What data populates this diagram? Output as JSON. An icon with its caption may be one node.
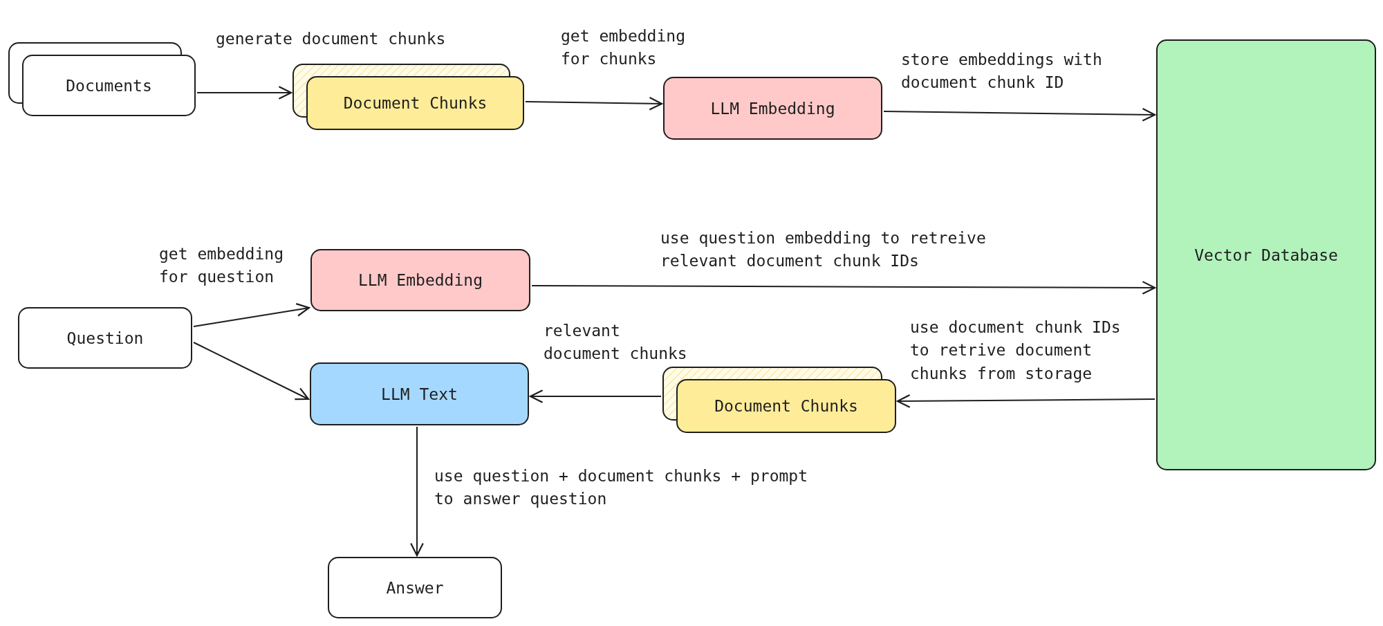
{
  "diagram": {
    "nodes": [
      {
        "text": [
          "Documents"
        ]
      },
      {
        "text": [
          "Document Chunks"
        ]
      },
      {
        "text": [
          "LLM Embedding"
        ]
      },
      {
        "text": [
          "Vector Database"
        ]
      },
      {
        "text": [
          "LLM Embedding"
        ]
      },
      {
        "text": [
          "Question"
        ]
      },
      {
        "text": [
          "LLM Text"
        ]
      },
      {
        "text": [
          "Document Chunks"
        ]
      },
      {
        "text": [
          "Answer"
        ]
      }
    ],
    "edges": [
      {
        "from": 0,
        "to": 1,
        "arrow": "to",
        "label": "generate document chunks"
      },
      {
        "from": 1,
        "to": 2,
        "arrow": "to",
        "label": "get embedding for chunks"
      },
      {
        "from": 2,
        "to": 3,
        "arrow": "to",
        "label": "store embeddings with document chunk ID"
      },
      {
        "from": 5,
        "to": 4,
        "arrow": "to",
        "label": "get embedding for question"
      },
      {
        "from": 5,
        "to": 6,
        "arrow": "to"
      },
      {
        "from": 4,
        "to": 3,
        "arrow": "to",
        "label": "use question embedding to retreive relevant document chunk IDs"
      },
      {
        "from": 3,
        "to": 7,
        "arrow": "to",
        "label": "use document chunk IDs to retrive document chunks from storage"
      },
      {
        "from": 7,
        "to": 6,
        "arrow": "to",
        "label": "relevant document chunks"
      },
      {
        "from": 6,
        "to": 8,
        "arrow": "to",
        "label": "use question + document chunks + prompt to answer question"
      }
    ]
  }
}
